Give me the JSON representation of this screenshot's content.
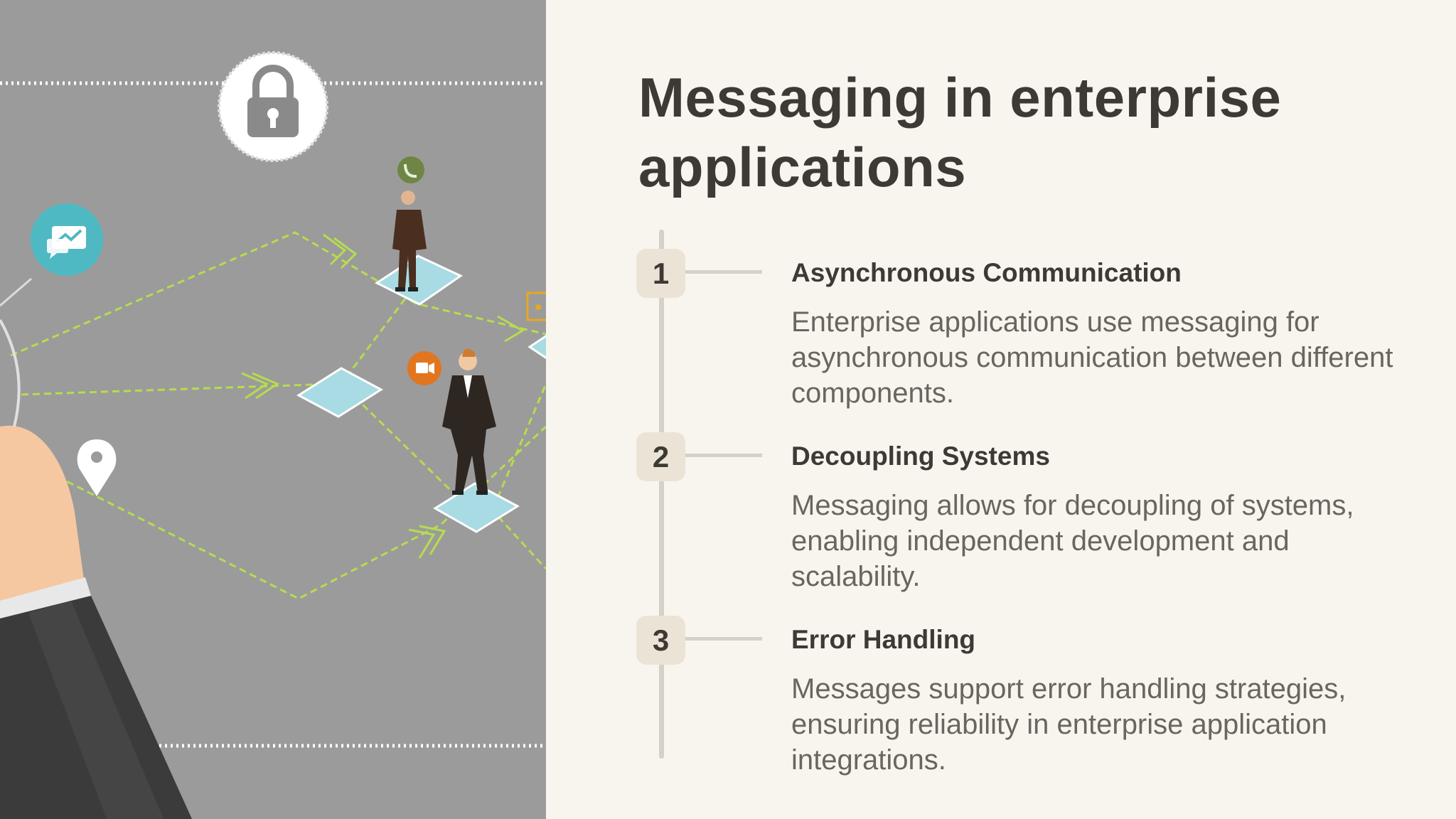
{
  "slide": {
    "title": "Messaging in enterprise applications"
  },
  "illustration": {
    "icons": [
      "lock-icon",
      "chat-chart-icon",
      "phone-icon",
      "video-call-icon",
      "map-pin-icon",
      "share-icon"
    ],
    "colors": {
      "background": "#9b9b9b",
      "dashed_path": "#b6dc4e",
      "tile": "#a8dbe4",
      "chat_bubble": "#4fb9c3",
      "video_bubble": "#e2761e"
    }
  },
  "steps": [
    {
      "number": "1",
      "heading": "Asynchronous Communication",
      "description": "Enterprise applications use messaging for asynchronous communication between different components."
    },
    {
      "number": "2",
      "heading": "Decoupling Systems",
      "description": "Messaging allows for decoupling of systems, enabling independent development and scalability."
    },
    {
      "number": "3",
      "heading": "Error Handling",
      "description": "Messages support error handling strategies, ensuring reliability in enterprise application integrations."
    }
  ],
  "colors": {
    "page_background": "#f8f5ef",
    "heading_text": "#3d3a35",
    "body_text": "#6a655e",
    "badge": "#ebe4d6",
    "timeline": "#d6d1c6"
  }
}
